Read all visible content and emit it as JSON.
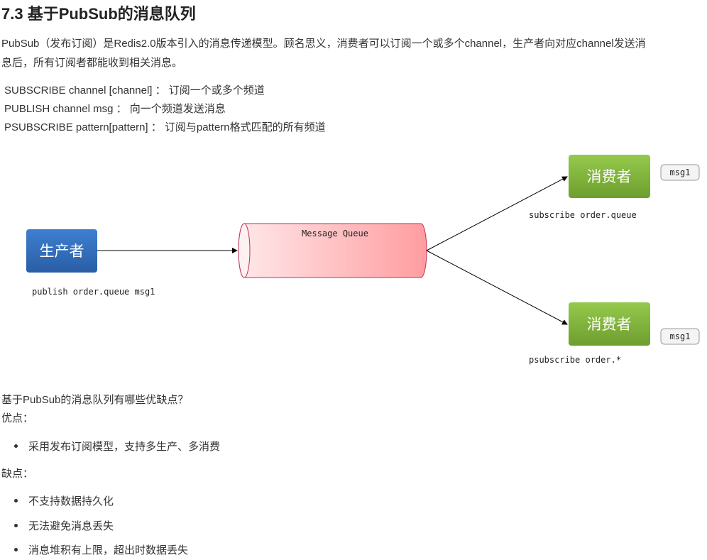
{
  "title": "7.3 基于PubSub的消息队列",
  "intro": [
    "PubSub（发布订阅）是Redis2.0版本引入的消息传递模型。顾名思义，消费者可以订阅一个或多个channel，生产者向对应channel发送消",
    "息后，所有订阅者都能收到相关消息。"
  ],
  "commands": [
    "SUBSCRIBE channel [channel] ： 订阅一个或多个频道",
    "PUBLISH channel msg ： 向一个频道发送消息",
    "PSUBSCRIBE pattern[pattern] ： 订阅与pattern格式匹配的所有频道"
  ],
  "diagram": {
    "producer": "生产者",
    "producer_cmd": "publish order.queue msg1",
    "queue": "Message Queue",
    "consumer1": "消费者",
    "consumer1_cmd": "subscribe order.queue",
    "consumer1_msg": "msg1",
    "consumer2": "消费者",
    "consumer2_cmd": "psubscribe order.*",
    "consumer2_msg": "msg1"
  },
  "question": "基于PubSub的消息队列有哪些优缺点？",
  "pros_label": "优点：",
  "pros": [
    "采用发布订阅模型，支持多生产、多消费"
  ],
  "cons_label": "缺点：",
  "cons": [
    "不支持数据持久化",
    "无法避免消息丢失",
    "消息堆积有上限，超出时数据丢失"
  ]
}
